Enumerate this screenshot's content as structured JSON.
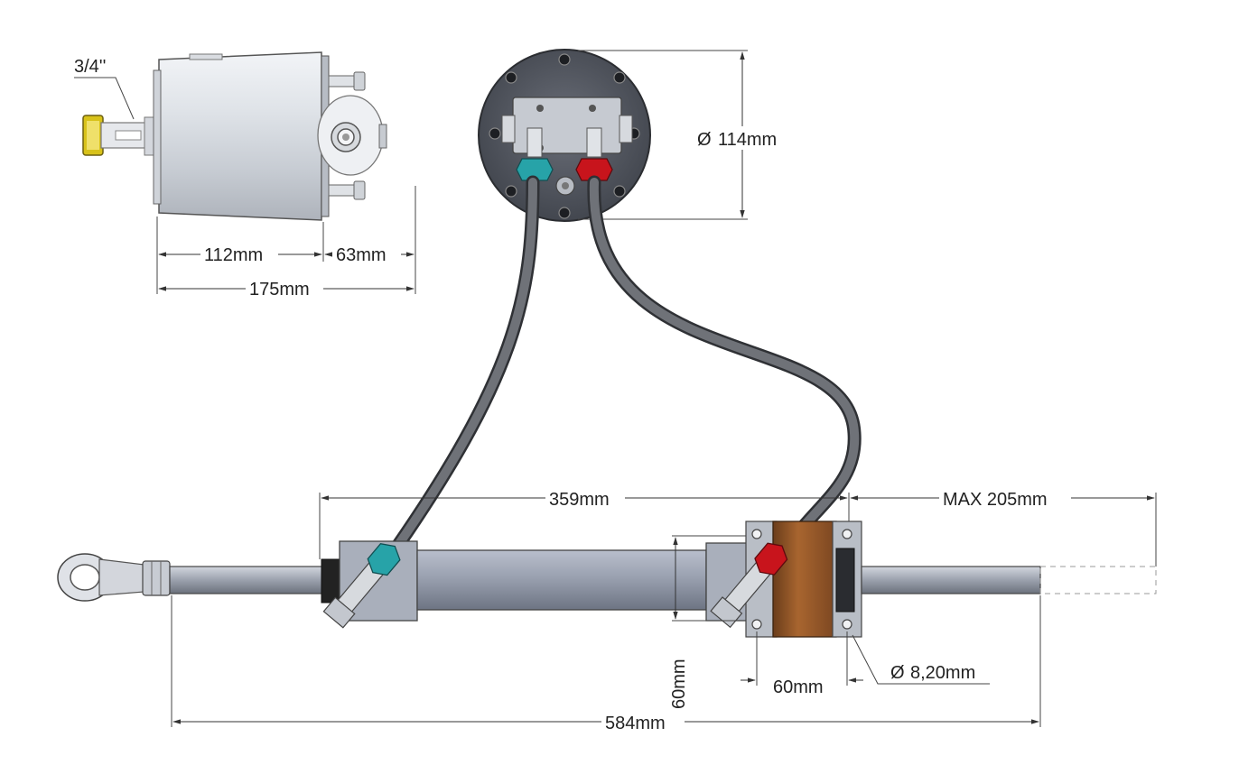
{
  "dimensions": {
    "shaft_size": "3/4''",
    "helm_body_length": "112mm",
    "helm_rear_length": "63mm",
    "helm_total_length": "175mm",
    "helm_diameter": "114mm",
    "cylinder_length": "359mm",
    "max_stroke": "MAX 205mm",
    "mount_height": "60mm",
    "mount_width": "60mm",
    "hole_diameter": "8,20mm",
    "overall_length": "584mm"
  },
  "symbols": {
    "diameter": "Ø"
  },
  "colors": {
    "port_left": "#27a3a8",
    "port_right": "#c8141c",
    "hose": "#55575b",
    "body": "#c9cdd4",
    "bracket": "#9a5a2c"
  }
}
